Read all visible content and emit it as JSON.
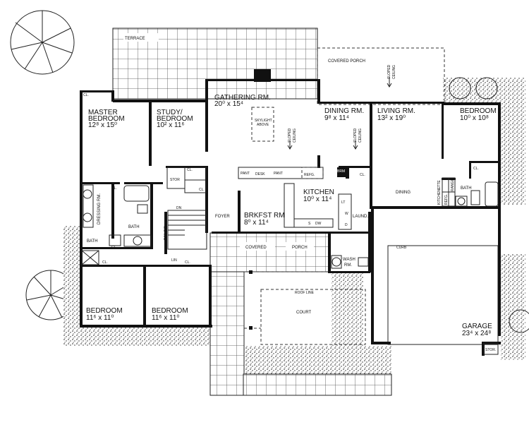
{
  "plan": {
    "rooms": {
      "terrace": "TERRACE",
      "covered_porch_rear": "COVERED PORCH",
      "gathering": {
        "name": "GATHERING RM.",
        "size": "20⁰ x 15⁴"
      },
      "skylight": [
        "SKYLIGHT",
        "ABOVE"
      ],
      "master": {
        "name": [
          "MASTER",
          "BEDROOM"
        ],
        "size": "12⁸ x 15⁰"
      },
      "study": {
        "name": [
          "STUDY/",
          "BEDROOM"
        ],
        "size": "10² x 11⁶"
      },
      "dining_rm": {
        "name": "DINING RM.",
        "size": "9⁸ x 11⁴"
      },
      "living_rm": {
        "name": "LIVING RM.",
        "size": "13² x 19⁰"
      },
      "bedroom_ne": {
        "name": "BEDROOM",
        "size": "10⁰ x 10⁸"
      },
      "kitchen": {
        "name": "KITCHEN",
        "size": "10⁰ x 11⁴"
      },
      "brkfst": {
        "name": "BRKFST RM",
        "size": "8⁰ x 11⁴"
      },
      "foyer": "FOYER",
      "laund": "LAUND.",
      "wash_rm": [
        "WASH",
        "RM."
      ],
      "dining": "DINING",
      "kitchenette": "KITCHENETTE",
      "bath_ne": "BATH",
      "bath_master": "BATH",
      "bath_hall": "BATH",
      "dressing": "DRESSING RM.",
      "covered_porch_front": [
        "COVERED",
        "PORCH"
      ],
      "court": "COURT",
      "roof_line": "ROOF LINE",
      "curb": "CURB",
      "bedroom_sw": {
        "name": "BEDROOM",
        "size": "11⁶ x 11⁰"
      },
      "bedroom_s": {
        "name": "BEDROOM",
        "size": "11⁶ x 11⁰"
      },
      "garage": {
        "name": "GARAGE",
        "size": "23⁴ x 24⁸"
      }
    },
    "fixtures": {
      "closet": "CL.",
      "stor": "STOR",
      "stor_garage": "STOR.",
      "lin": "LIN",
      "pant": "PANT",
      "desk": "DESK",
      "refg": "REFG.",
      "brm_cl": [
        "BRM",
        "CL"
      ],
      "dn": "DN",
      "railing": "RAILING",
      "sloped_ceiling": [
        "SLOPED",
        "CEILING"
      ],
      "dw": "DW",
      "s": "S",
      "lt": "LT",
      "w": "W",
      "d": "D",
      "range": "RANGE",
      "refg_k": "REFG."
    }
  }
}
